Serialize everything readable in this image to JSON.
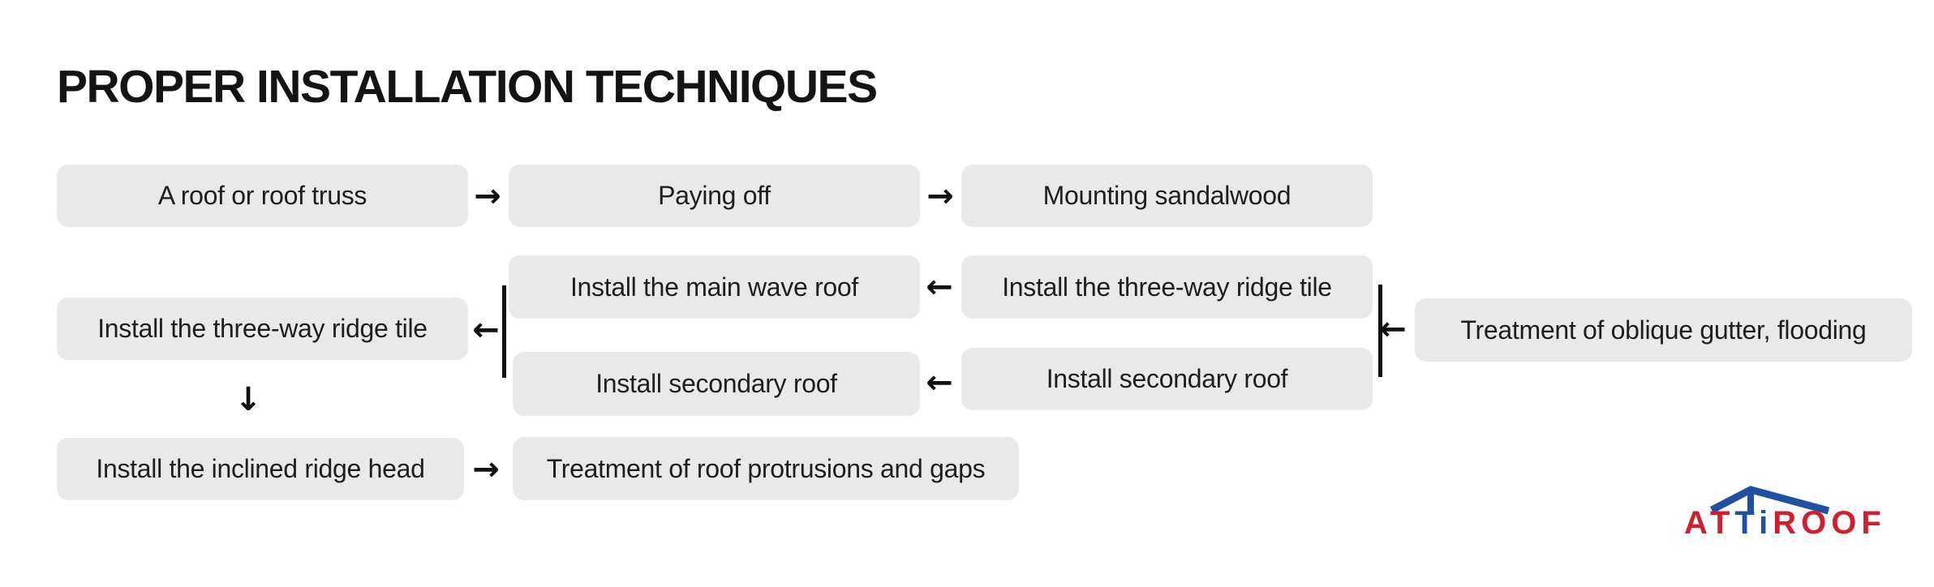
{
  "title": "PROPER INSTALLATION TECHNIQUES",
  "flow": {
    "nodes": [
      {
        "id": "roof-truss",
        "label": "A roof or roof truss"
      },
      {
        "id": "paying-off",
        "label": "Paying off"
      },
      {
        "id": "mounting-sandalwood",
        "label": "Mounting sandalwood"
      },
      {
        "id": "main-wave-roof",
        "label": "Install the main wave roof"
      },
      {
        "id": "three-way-ridge-right",
        "label": "Install the three-way ridge tile"
      },
      {
        "id": "oblique-gutter",
        "label": "Treatment of oblique gutter, flooding"
      },
      {
        "id": "three-way-ridge-left",
        "label": "Install the three-way ridge tile"
      },
      {
        "id": "secondary-roof-mid",
        "label": "Install secondary roof"
      },
      {
        "id": "secondary-roof-right",
        "label": "Install secondary roof"
      },
      {
        "id": "inclined-ridge-head",
        "label": "Install the inclined ridge head"
      },
      {
        "id": "roof-protrusions",
        "label": "Treatment of roof protrusions and gaps"
      }
    ],
    "icons": {
      "arrow_right": "→",
      "arrow_left": "←",
      "arrow_down": "↓"
    },
    "edges": [
      {
        "from": "roof-truss",
        "to": "paying-off",
        "direction": "right"
      },
      {
        "from": "paying-off",
        "to": "mounting-sandalwood",
        "direction": "right"
      },
      {
        "from": "three-way-ridge-right",
        "to": "main-wave-roof",
        "direction": "left"
      },
      {
        "from": "secondary-roof-right",
        "to": "secondary-roof-mid",
        "direction": "left"
      },
      {
        "from": "oblique-gutter",
        "to": "branch-connector-right",
        "direction": "left"
      },
      {
        "from": "branch-connector-left",
        "to": "three-way-ridge-left",
        "direction": "left"
      },
      {
        "from": "three-way-ridge-left",
        "to": "inclined-ridge-head",
        "direction": "down"
      },
      {
        "from": "inclined-ridge-head",
        "to": "roof-protrusions",
        "direction": "right"
      }
    ]
  },
  "logo": {
    "name": "ATTIROOF",
    "segments": [
      {
        "text": "AT",
        "color": "#d01f2f"
      },
      {
        "text": "T",
        "color": "#2050a0"
      },
      {
        "text": "i",
        "color": "#2050a0"
      },
      {
        "text": "ROOF",
        "color": "#d01f2f"
      }
    ],
    "roof_color": "#2050a0"
  },
  "colors": {
    "background": "#ffffff",
    "box_fill": "#e9e9e9",
    "box_text": "#1e1e1e",
    "title_text": "#141414",
    "connector": "#111111",
    "logo_red": "#d01f2f",
    "logo_blue": "#2050a0"
  }
}
